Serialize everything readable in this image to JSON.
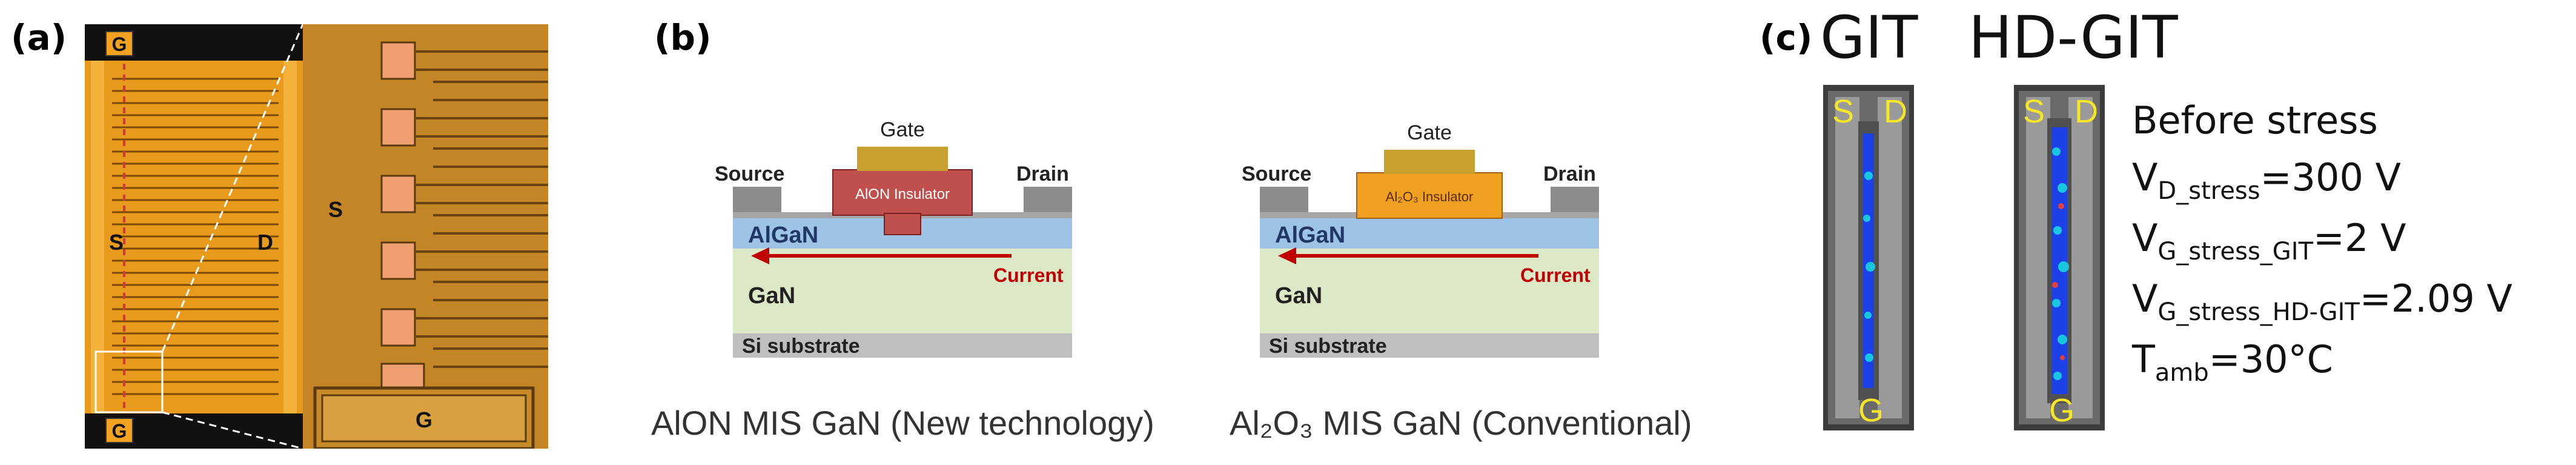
{
  "panel_a": {
    "label": "(a)",
    "terminal_g_top": "G",
    "terminal_g_bottom": "G",
    "terminal_s": "S",
    "terminal_d": "D",
    "zoom_s": "S",
    "zoom_g": "G"
  },
  "panel_b": {
    "label": "(b)",
    "left": {
      "gate": "Gate",
      "source": "Source",
      "drain": "Drain",
      "insulator": "AlON Insulator",
      "barrier": "AlGaN",
      "channel": "GaN",
      "current": "Current",
      "substrate": "Si substrate",
      "caption": "AlON MIS GaN (New technology)"
    },
    "right": {
      "gate": "Gate",
      "source": "Source",
      "drain": "Drain",
      "insulator": "Al₂O₃ Insulator",
      "barrier": "AlGaN",
      "channel": "GaN",
      "current": "Current",
      "substrate": "Si substrate",
      "caption": "Al₂O₃ MIS GaN (Conventional)"
    }
  },
  "panel_c": {
    "label": "(c)",
    "title_git": "GIT",
    "title_hdgit": "HD-GIT",
    "git_s": "S",
    "git_d": "D",
    "git_g": "G",
    "hd_s": "S",
    "hd_d": "D",
    "hd_g": "G",
    "before_stress": "Before stress",
    "vd_main": "V",
    "vd_sub": "D_stress",
    "vd_val": "=300 V",
    "vg_main": "V",
    "vg_sub": "G_stress_GIT",
    "vg_val": "=2 V",
    "vghd_main": "V",
    "vghd_sub": "G_stress_HD-GIT",
    "vghd_val": "=2.09 V",
    "t_main": "T",
    "t_sub": "amb",
    "t_val": "=30°C"
  },
  "colors": {
    "pad_orange": "#F2A21E",
    "metal_gold": "#C8A030",
    "alon_insulator": "#C0504D",
    "al2o3_insulator": "#F0A020",
    "algan": "#9DC3E6",
    "gan": "#DDE9C6",
    "substrate": "#BFBFBF",
    "current_arrow": "#C00000",
    "terminal_label": "#F5E62A"
  }
}
